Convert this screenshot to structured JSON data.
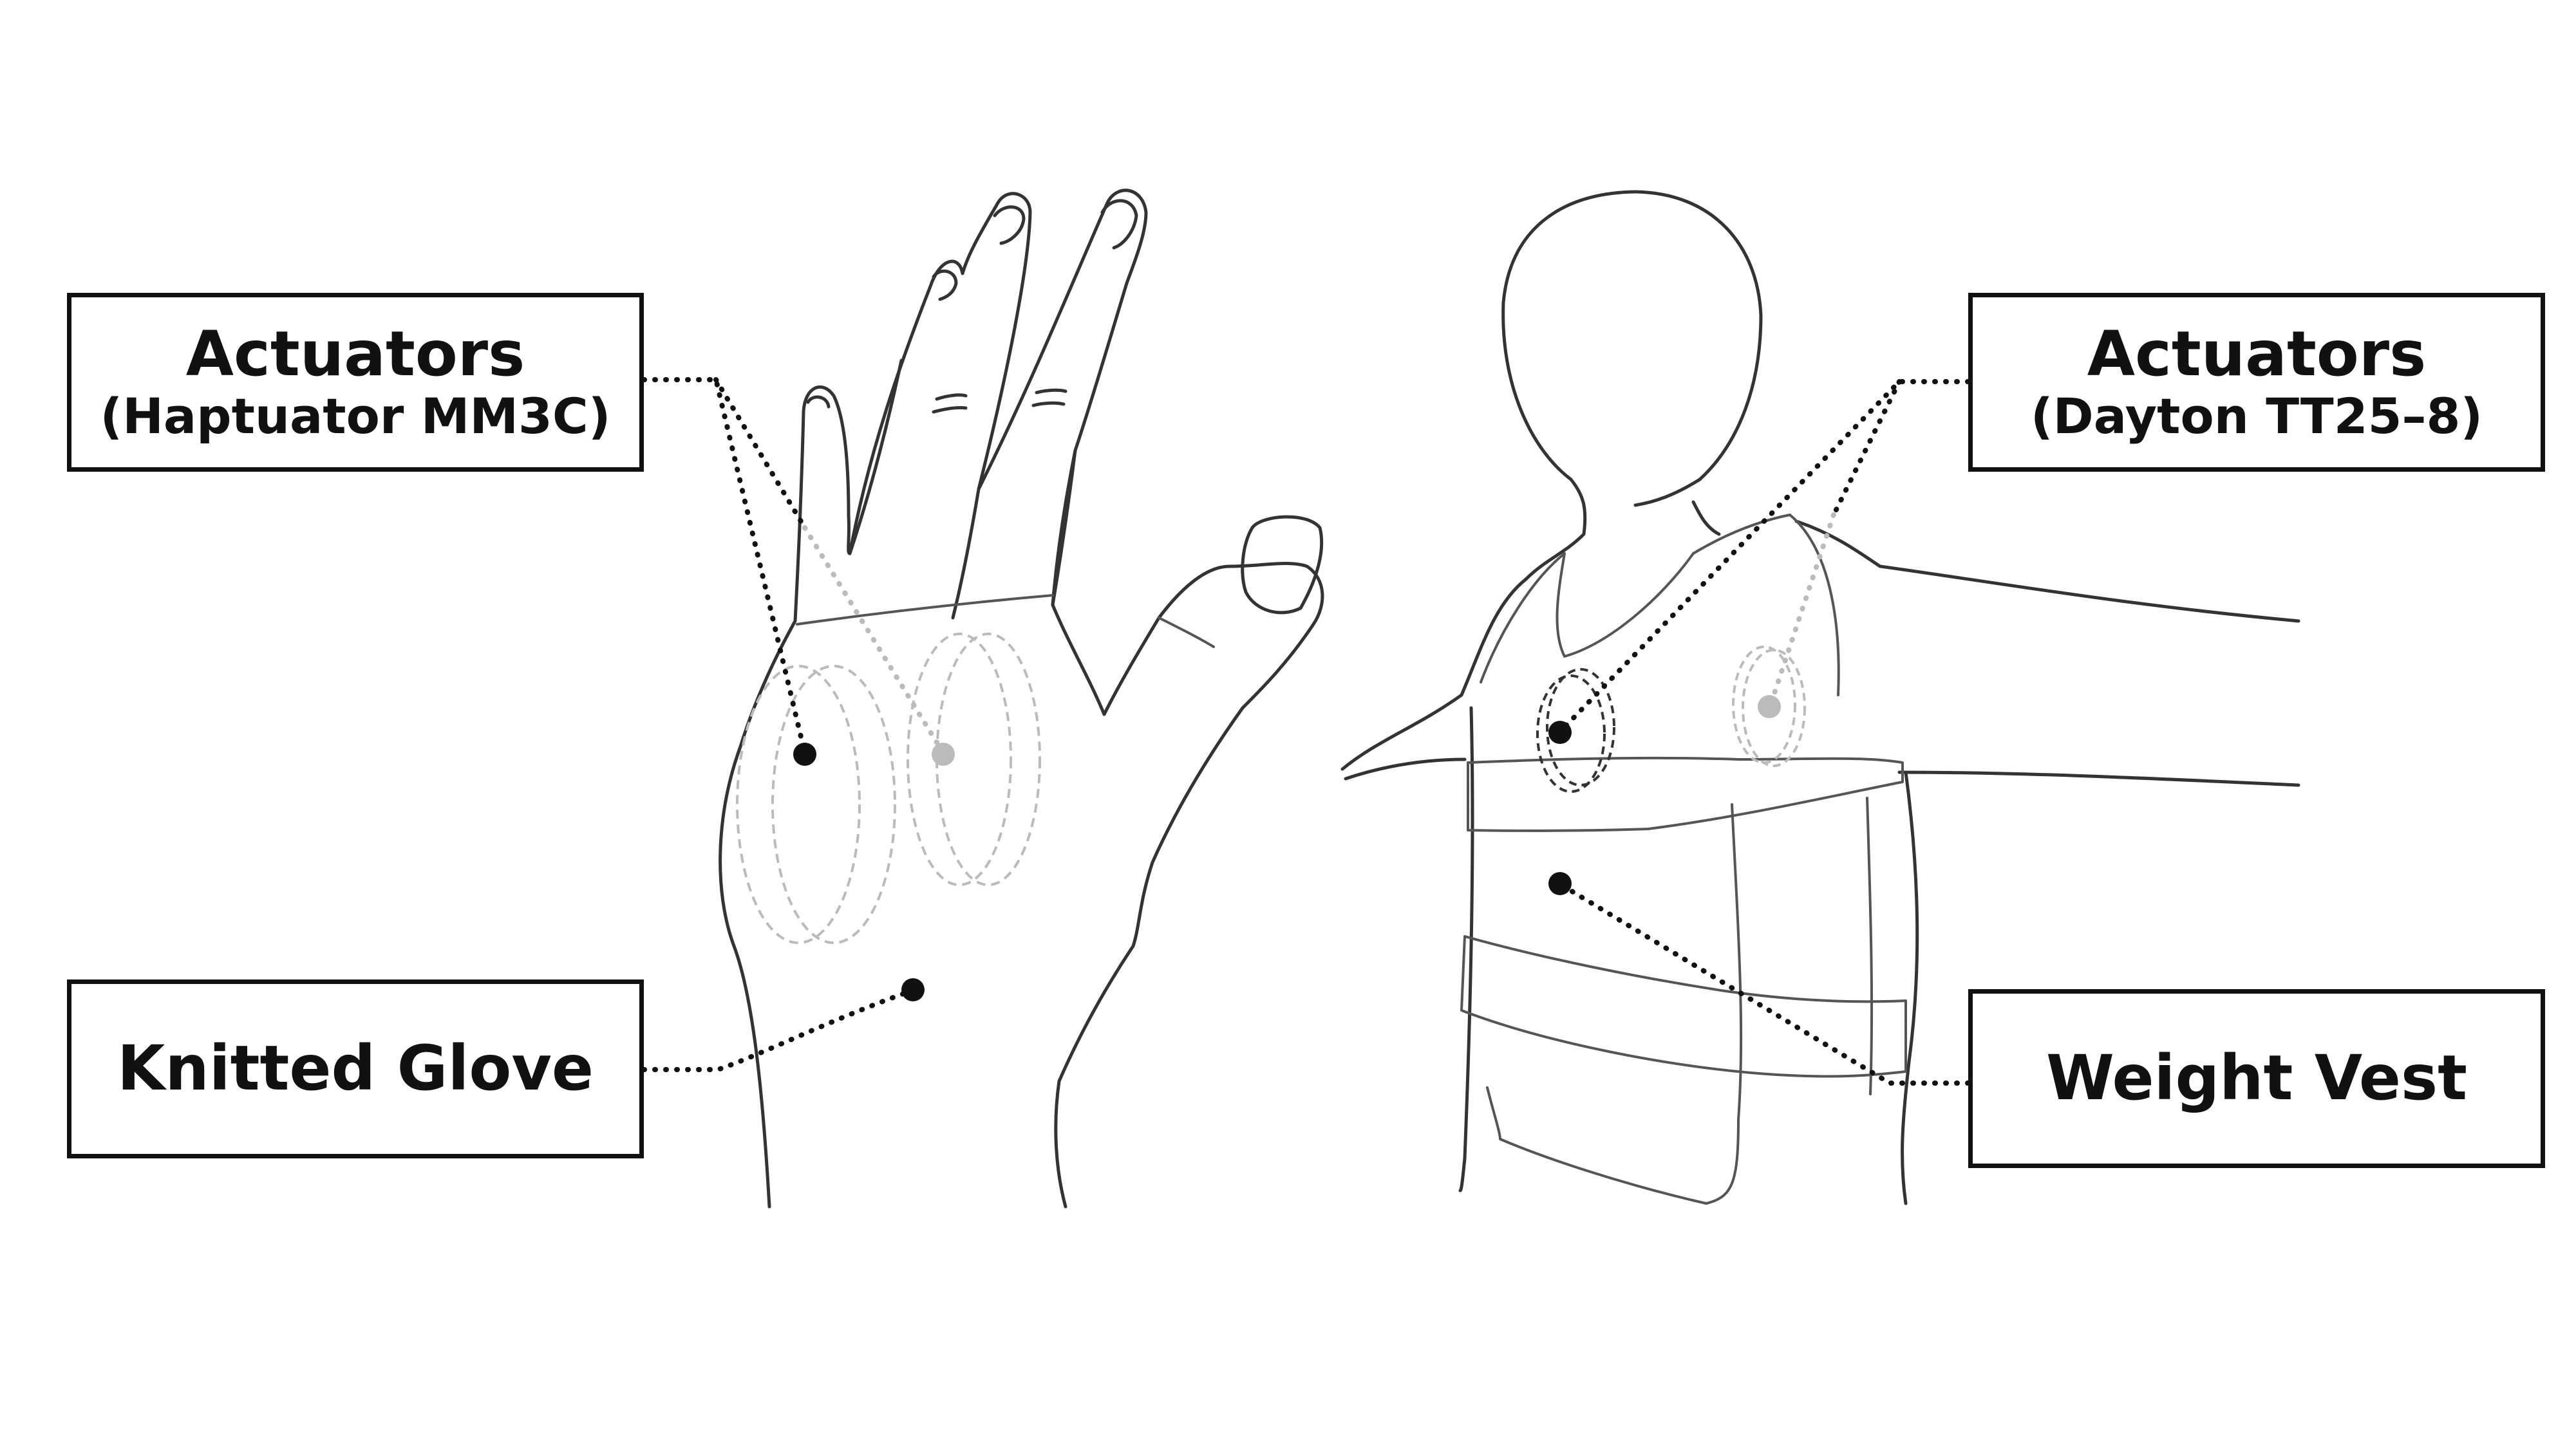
{
  "labels": {
    "glove_actuators": {
      "title": "Actuators",
      "subtitle": "(Haptuator MM3C)"
    },
    "glove": {
      "title": "Knitted Glove"
    },
    "vest_actuators": {
      "title": "Actuators",
      "subtitle": "(Dayton TT25–8)"
    },
    "vest": {
      "title": "Weight Vest"
    }
  },
  "colors": {
    "outline": "#333333",
    "glove_edge": "#555555",
    "hidden_part": "#bbbbbb",
    "leader_line": "#111111",
    "background": "#ffffff"
  }
}
